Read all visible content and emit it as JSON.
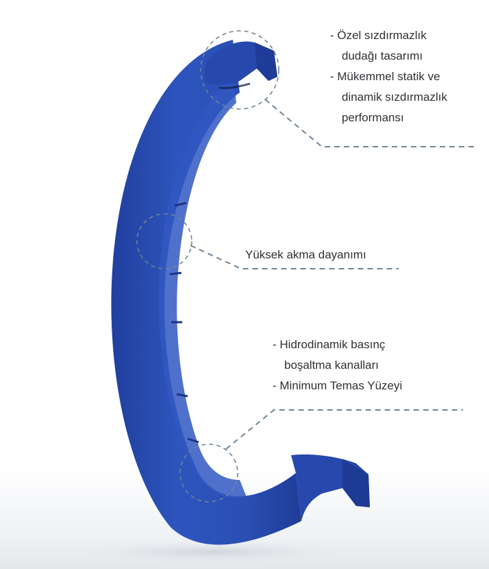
{
  "callouts": [
    {
      "id": "lip-design",
      "lines": [
        "- Özel sızdırmazlık",
        "dudağı tasarımı",
        "- Mükemmel statik ve",
        "dinamik sızdırmazlık",
        "performansı"
      ]
    },
    {
      "id": "extrusion",
      "lines": [
        "Yüksek akma dayanımı"
      ]
    },
    {
      "id": "hydrodynamic",
      "lines": [
        "- Hidrodinamik basınç",
        "boşaltma kanalları",
        "- Minimum Temas Yüzeyi"
      ]
    }
  ],
  "colors": {
    "seal_blue": "#2a4fb4",
    "seal_dark": "#1c3583",
    "leader_line": "#6f8496",
    "text": "#2f3035"
  }
}
